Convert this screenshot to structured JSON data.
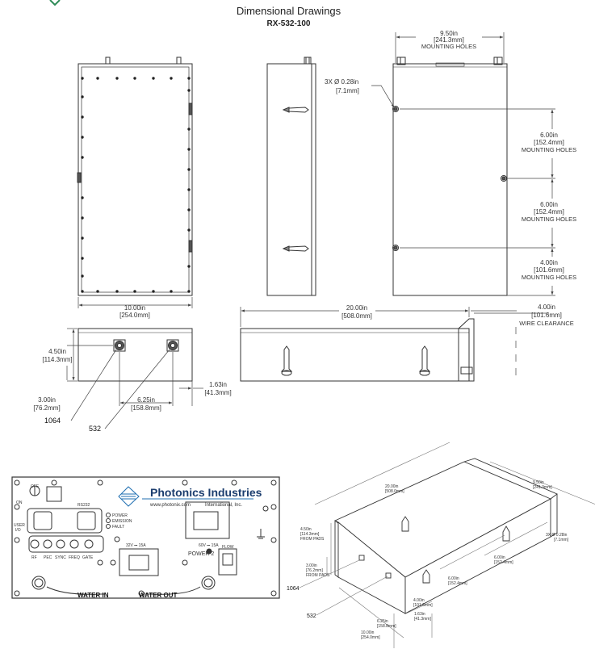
{
  "header": {
    "title": "Dimensional Drawings",
    "model": "RX-532-100"
  },
  "dims": {
    "mounting_top": [
      "9.50in",
      "[241.3mm]",
      "MOUNTING HOLES"
    ],
    "hole": [
      "3X  Ø 0.28in",
      "[7.1mm]"
    ],
    "mh1": [
      "6.00in",
      "[152.4mm]",
      "MOUNTING HOLES"
    ],
    "mh2": [
      "6.00in",
      "[152.4mm]",
      "MOUNTING HOLES"
    ],
    "mh3": [
      "4.00in",
      "[101.6mm]",
      "MOUNTING HOLES"
    ],
    "front_width": [
      "10.00in",
      "[254.0mm]"
    ],
    "side_length": [
      "20.00in",
      "[508.0mm]"
    ],
    "wire": [
      "4.00in",
      "[101.6mm]",
      "WIRE CLEARANCE"
    ],
    "height": [
      "4.50in",
      "[114.3mm]"
    ],
    "port_y": [
      "3.00in",
      "[76.2mm]"
    ],
    "port_x": [
      "6.25in",
      "[158.8mm]"
    ],
    "edge": [
      "1.63in",
      "[41.3mm]"
    ],
    "label_1064": "1064",
    "label_532": "532"
  },
  "panel": {
    "brand": "Photonics Industries",
    "url": "www.photonix.com",
    "intl": "International, Inc.",
    "off": "OFF",
    "on": "ON",
    "rs232": "RS232",
    "user": "USER",
    "io": "I/O",
    "power": "POWER",
    "emission": "EMISSION",
    "fault": "FAULT",
    "bnc_labels": [
      "RF",
      "PEC",
      "SYNC",
      "FREQ",
      "GATE"
    ],
    "v1": "32V ⎓ 15A",
    "v2": "60V ⎓ 15A",
    "power2": "POWER 2",
    "flow": "FLOW",
    "water_in": "WATER IN",
    "water_out": "WATER OUT"
  },
  "iso": {
    "d20": [
      "20.00in",
      "[508.0mm]"
    ],
    "d950": [
      "9.50in",
      "[241.3mm]"
    ],
    "d450": [
      "4.50in",
      "[114.3mm]",
      "FROM PADS"
    ],
    "d300": [
      "3.00in",
      "[76.2mm]",
      "FROM PADS"
    ],
    "hole": [
      "3X  Ø 0.28in",
      "[7.1mm]"
    ],
    "d600a": [
      "6.00in",
      "[152.4mm]"
    ],
    "d600b": [
      "6.00in",
      "[152.4mm]"
    ],
    "d400": [
      "4.00in",
      "[101.6mm]"
    ],
    "d163": [
      "1.63in",
      "[41.3mm]"
    ],
    "d625": [
      "6.25in",
      "[158.8mm]"
    ],
    "d1000": [
      "10.00in",
      "[254.0mm]"
    ],
    "label_1064": "1064",
    "label_532": "532"
  }
}
